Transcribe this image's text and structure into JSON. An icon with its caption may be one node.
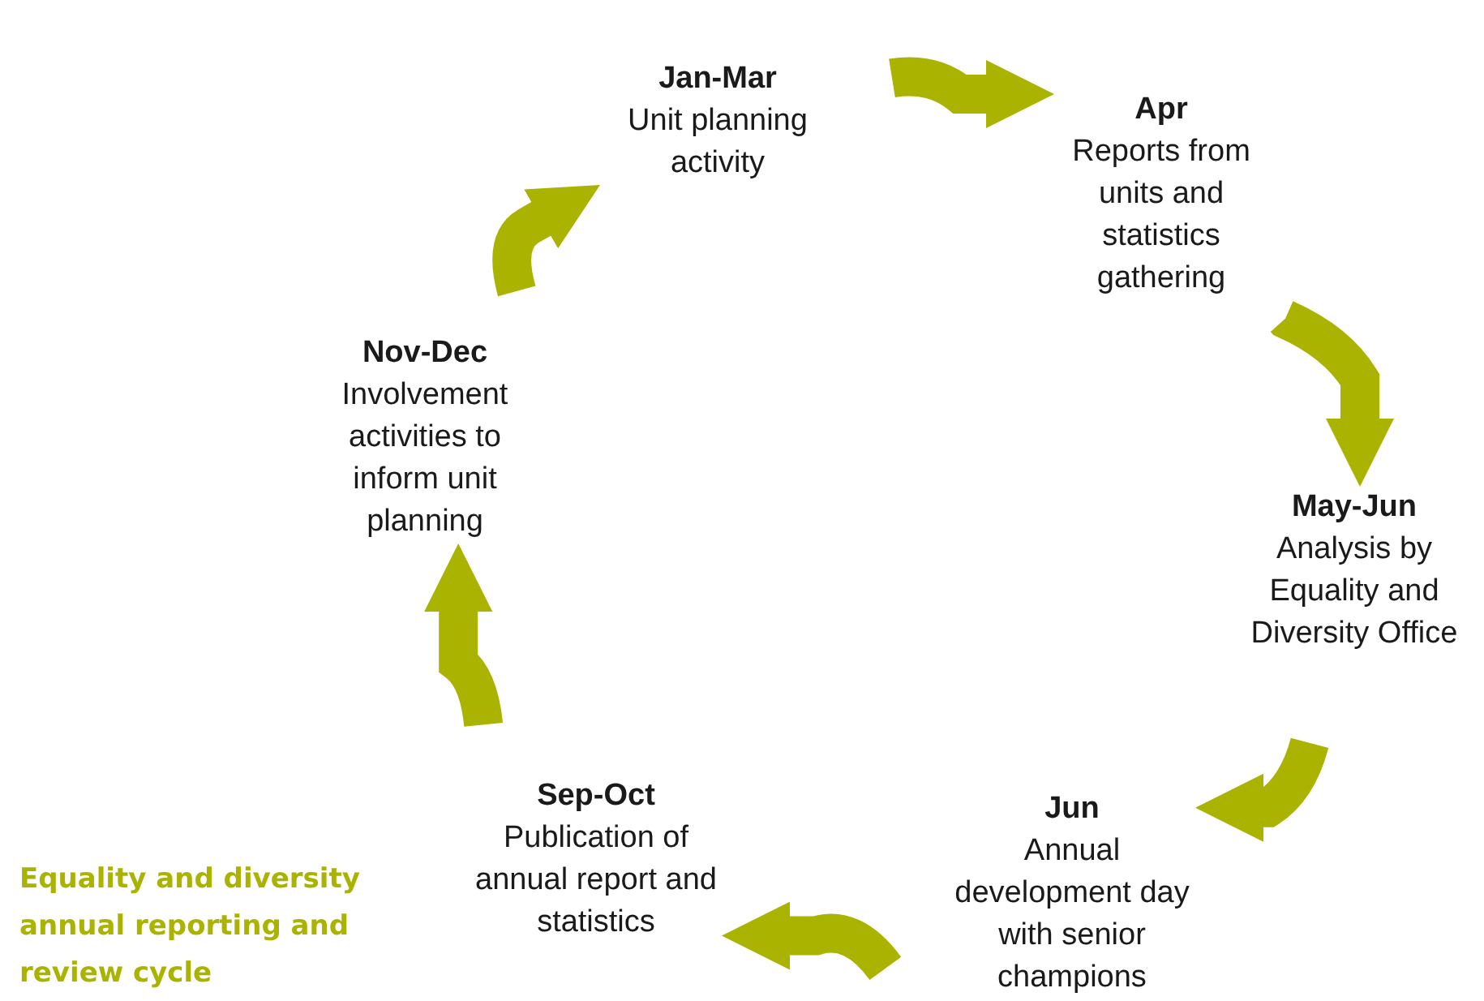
{
  "diagram": {
    "caption": "Equality and diversity annual reporting and review cycle",
    "nodes": [
      {
        "text": [
          "Jan-Mar",
          "Unit planning activity"
        ]
      },
      {
        "text": [
          "Apr",
          "Reports from units and statistics gathering"
        ]
      },
      {
        "text": [
          "May-Jun",
          "Analysis by Equality and Diversity Office"
        ]
      },
      {
        "text": [
          "Jun",
          "Annual development day with senior champions"
        ]
      },
      {
        "text": [
          "Sep-Oct",
          "Publication of annual report and statistics"
        ]
      },
      {
        "text": [
          "Nov-Dec",
          "Involvement activities to inform unit planning"
        ]
      }
    ],
    "edges": [
      {
        "from": 0,
        "to": 1,
        "arrow": "to"
      },
      {
        "from": 1,
        "to": 2,
        "arrow": "to"
      },
      {
        "from": 2,
        "to": 3,
        "arrow": "to"
      },
      {
        "from": 3,
        "to": 4,
        "arrow": "to"
      },
      {
        "from": 4,
        "to": 5,
        "arrow": "to"
      },
      {
        "from": 5,
        "to": 0,
        "arrow": "to"
      }
    ]
  }
}
